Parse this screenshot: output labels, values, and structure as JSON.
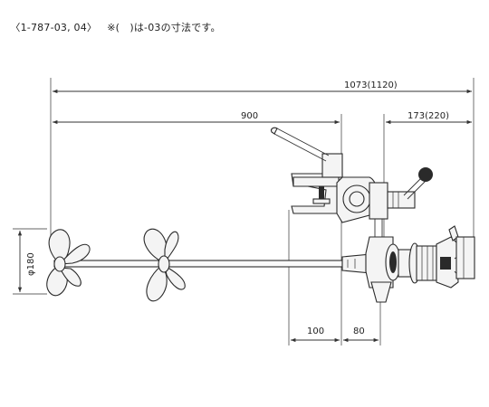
{
  "header": {
    "model_code": "〈1-787-03, 04〉",
    "note": "※(　)は-03の寸法です。"
  },
  "dimensions": {
    "overall_length": "1073(1120)",
    "shaft_length": "900",
    "mount_length": "173(220)",
    "impeller_diameter": "φ180",
    "clamp_depth_a": "100",
    "clamp_depth_b": "80"
  }
}
